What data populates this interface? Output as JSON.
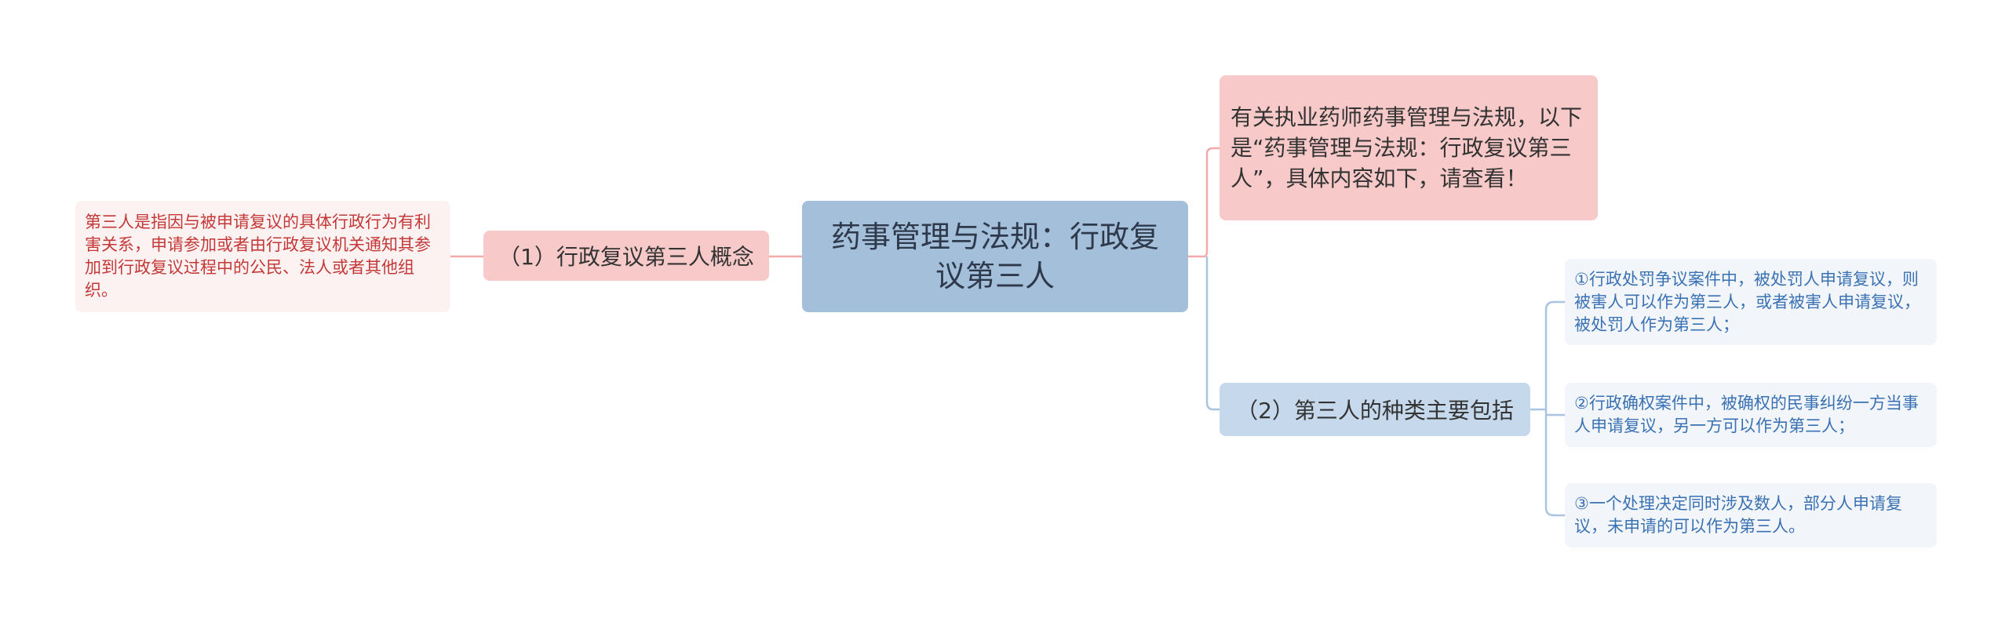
{
  "mindmap": {
    "center": {
      "title_line1": "药事管理与法规：行政复",
      "title_line2": "议第三人"
    },
    "left_branch": {
      "label": "（1）行政复议第三人概念",
      "leaf": "第三人是指因与被申请复议的具体行政行为有利害关系，申请参加或者由行政复议机关通知其参加到行政复议过程中的公民、法人或者其他组织。"
    },
    "intro": {
      "text": "有关执业药师药事管理与法规，以下是“药事管理与法规：行政复议第三人”，具体内容如下，请查看！"
    },
    "right_branch": {
      "label": "（2）第三人的种类主要包括",
      "leaves": [
        "①行政处罚争议案件中，被处罚人申请复议，则被害人可以作为第三人，或者被害人申请复议，被处罚人作为第三人；",
        "②行政确权案件中，被确权的民事纠纷一方当事人申请复议，另一方可以作为第三人；",
        "③一个处理决定同时涉及数人，部分人申请复议，未申请的可以作为第三人。"
      ]
    }
  },
  "colors": {
    "center_fill": "#a4bfd9",
    "pink_fill": "#f7c9c9",
    "pink_leaf_fill": "#fdf2f2",
    "pink_leaf_text": "#c43838",
    "blue_fill": "#c6d9ec",
    "blue_leaf_fill": "#f2f6fb",
    "blue_leaf_text": "#3a71b3",
    "pink_line": "#f3a9a9",
    "blue_line": "#a9c4e0"
  }
}
